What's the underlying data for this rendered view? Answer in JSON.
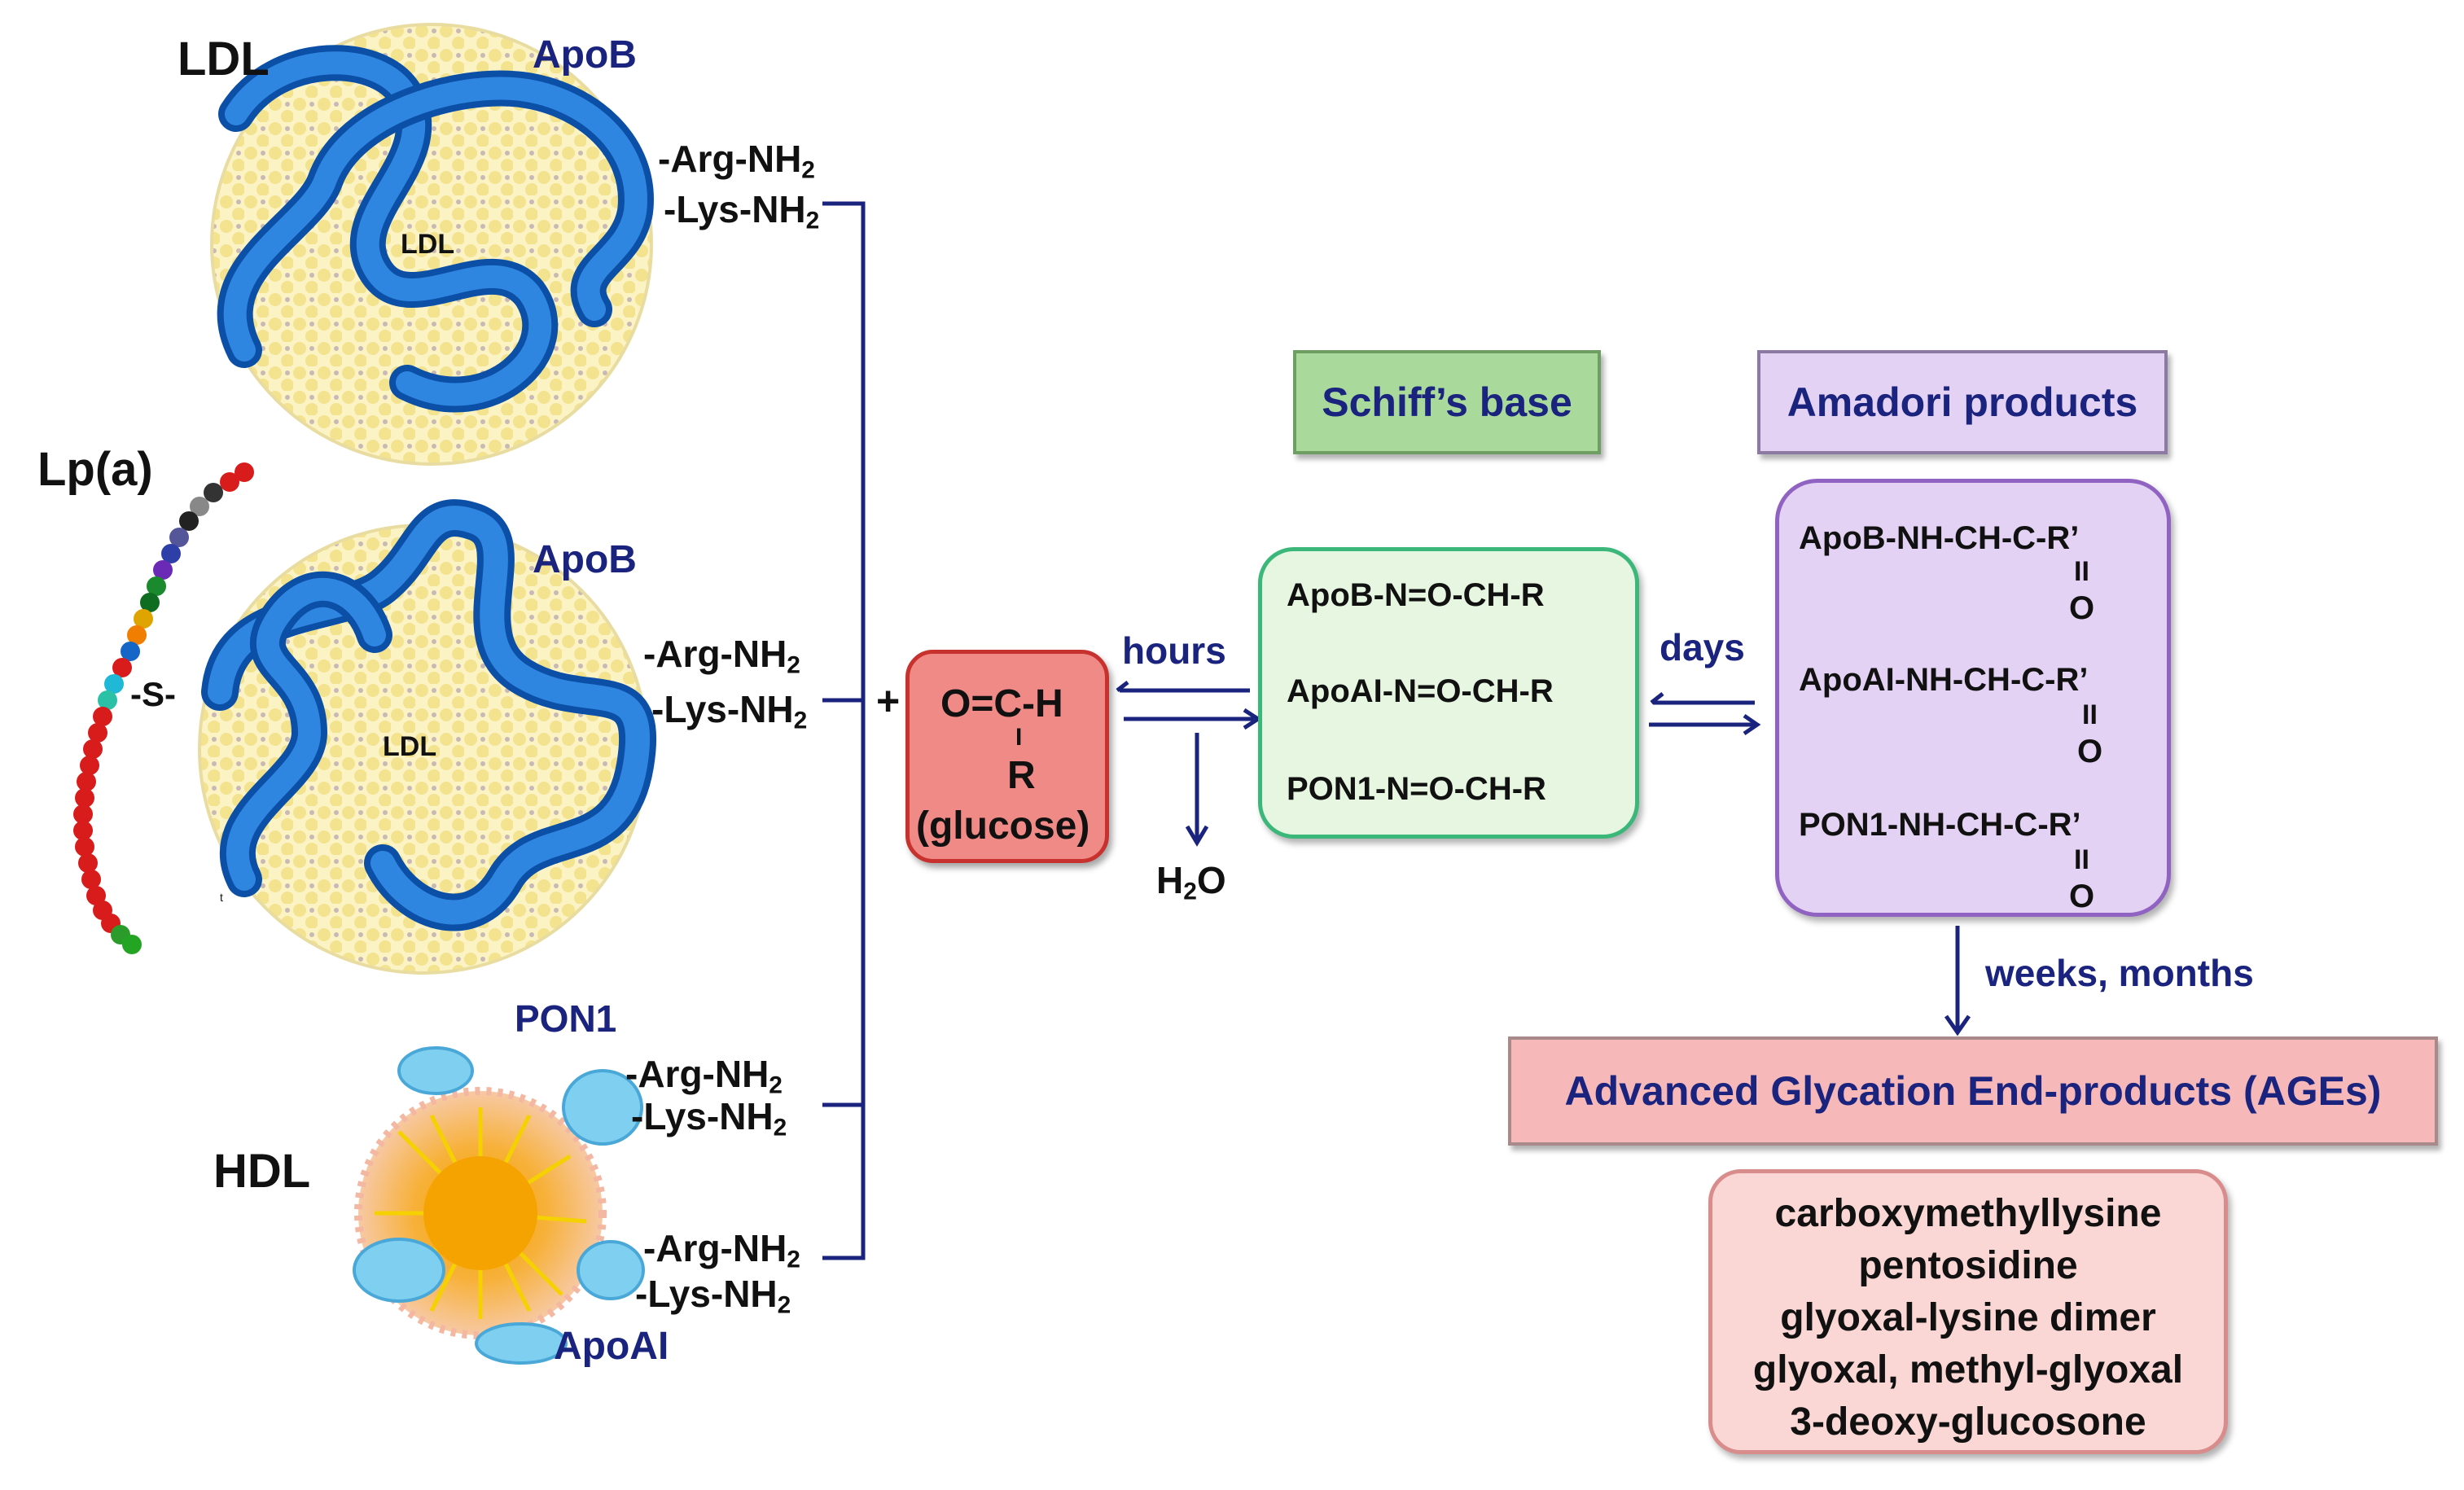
{
  "particles": {
    "ldl_top": {
      "name": "LDL",
      "protein": "ApoB",
      "inner": "LDL",
      "arg": "-Arg-NH",
      "lys": "-Lys-NH",
      "sub": "2"
    },
    "lpa": {
      "name": "Lp(a)",
      "protein": "ApoB",
      "inner": "LDL",
      "link": "-S-",
      "arg": "-Arg-NH",
      "lys": "-Lys-NH",
      "sub": "2",
      "tiny_mark": "t"
    },
    "hdl": {
      "name": "HDL",
      "protein_top": "PON1",
      "protein_bottom": "ApoAI",
      "arg": "-Arg-NH",
      "lys": "-Lys-NH",
      "sub": "2"
    }
  },
  "reaction": {
    "plus": "+",
    "glucose": {
      "line1": "O=C-H",
      "bond": "I",
      "line2": "R",
      "line3": "(glucose)"
    },
    "hours": "hours",
    "water": {
      "text": "H",
      "sub": "2",
      "tail": "O"
    },
    "days": "days",
    "weeks": "weeks, months"
  },
  "schiff": {
    "title": "Schiff’s base",
    "rows": [
      "ApoB-N=O-CH-R",
      "ApoAI-N=O-CH-R",
      "PON1-N=O-CH-R"
    ]
  },
  "amadori": {
    "title": "Amadori products",
    "rows": [
      {
        "formula": "ApoB-NH-CH-C-R’",
        "bond": "II",
        "atom": "O"
      },
      {
        "formula": "ApoAI-NH-CH-C-R’",
        "bond": "II",
        "atom": "O"
      },
      {
        "formula": "PON1-NH-CH-C-R’",
        "bond": "II",
        "atom": "O"
      }
    ]
  },
  "ages": {
    "title": "Advanced Glycation End-products (AGEs)",
    "items": [
      "carboxymethyllysine",
      "pentosidine",
      "glyoxal-lysine dimer",
      "glyoxal, methyl-glyoxal",
      "3-deoxy-glucosone"
    ]
  },
  "colors": {
    "navy": "#1a237e",
    "protein_blue": "#1e6fd6",
    "lipid_yellow": "#f6ecae",
    "glucose_fill": "#f08a86",
    "schiff_fill": "#e6f6e1",
    "schiff_border": "#3bb77a",
    "schiff_header": "#a9d99b",
    "amadori_fill": "#e4d2f4",
    "amadori_border": "#9063c2",
    "ages_header": "#f6b8b8",
    "ages_fill": "#fad7d4"
  }
}
